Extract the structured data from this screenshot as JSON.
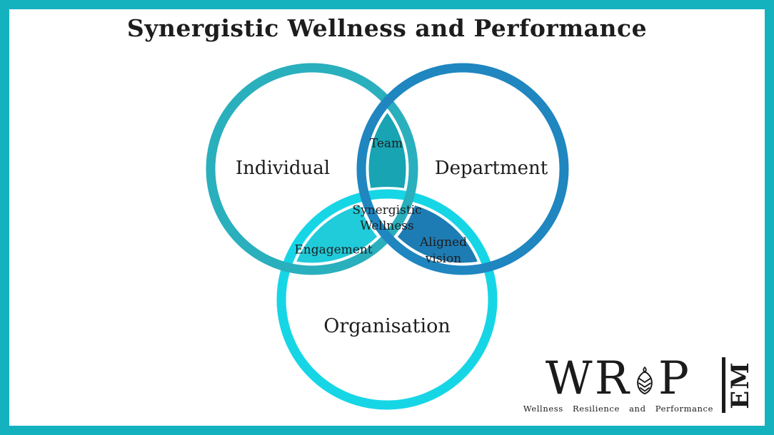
{
  "title": "Synergistic Wellness and Performance",
  "venn": {
    "individual_label": "Individual",
    "department_label": "Department",
    "organisation_label": "Organisation",
    "team_label": "Team",
    "engagement_label": "Engagement",
    "aligned_lines": [
      "Aligned",
      "vision"
    ],
    "center_lines": [
      "Synergistic",
      "Wellness"
    ]
  },
  "colors": {
    "frame": "#14B1BF",
    "individual_ring": "#2AAFBD",
    "department_ring": "#1F86C0",
    "organisation_ring": "#16D6E6",
    "team_fill": "#18A4B2",
    "engagement_fill": "#20CBDA",
    "aligned_vision_fill": "#1E7CB4",
    "text": "#1D1D1D",
    "logo_ink": "#1B1B1B"
  },
  "logo": {
    "word_left": "WR",
    "word_right": "P",
    "side_text": "EM",
    "tagline": "Wellness Resilience and Performance"
  }
}
